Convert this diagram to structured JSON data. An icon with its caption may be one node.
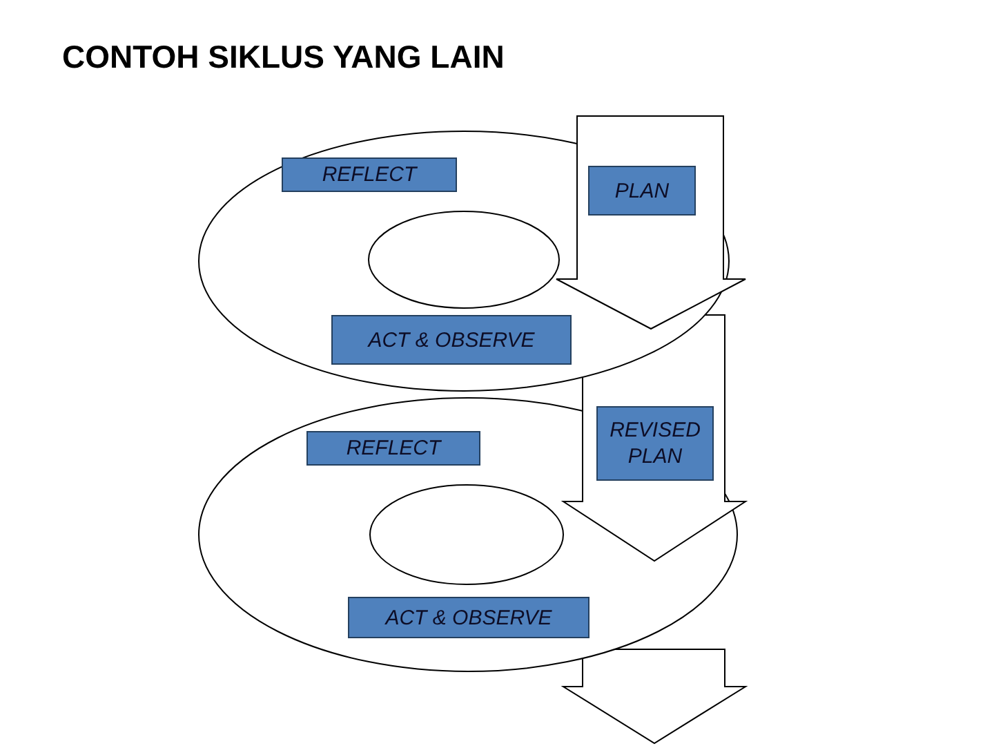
{
  "diagram": {
    "title": "CONTOH SIKLUS YANG LAIN",
    "nodes": [
      {
        "text": [
          "REFLECT"
        ]
      },
      {
        "text": [
          "PLAN"
        ]
      },
      {
        "text": [
          "ACT & OBSERVE"
        ]
      },
      {
        "text": [
          "REFLECT"
        ]
      },
      {
        "text": [
          "REVISED PLAN"
        ]
      },
      {
        "text": [
          "ACT & OBSERVE"
        ]
      }
    ]
  }
}
